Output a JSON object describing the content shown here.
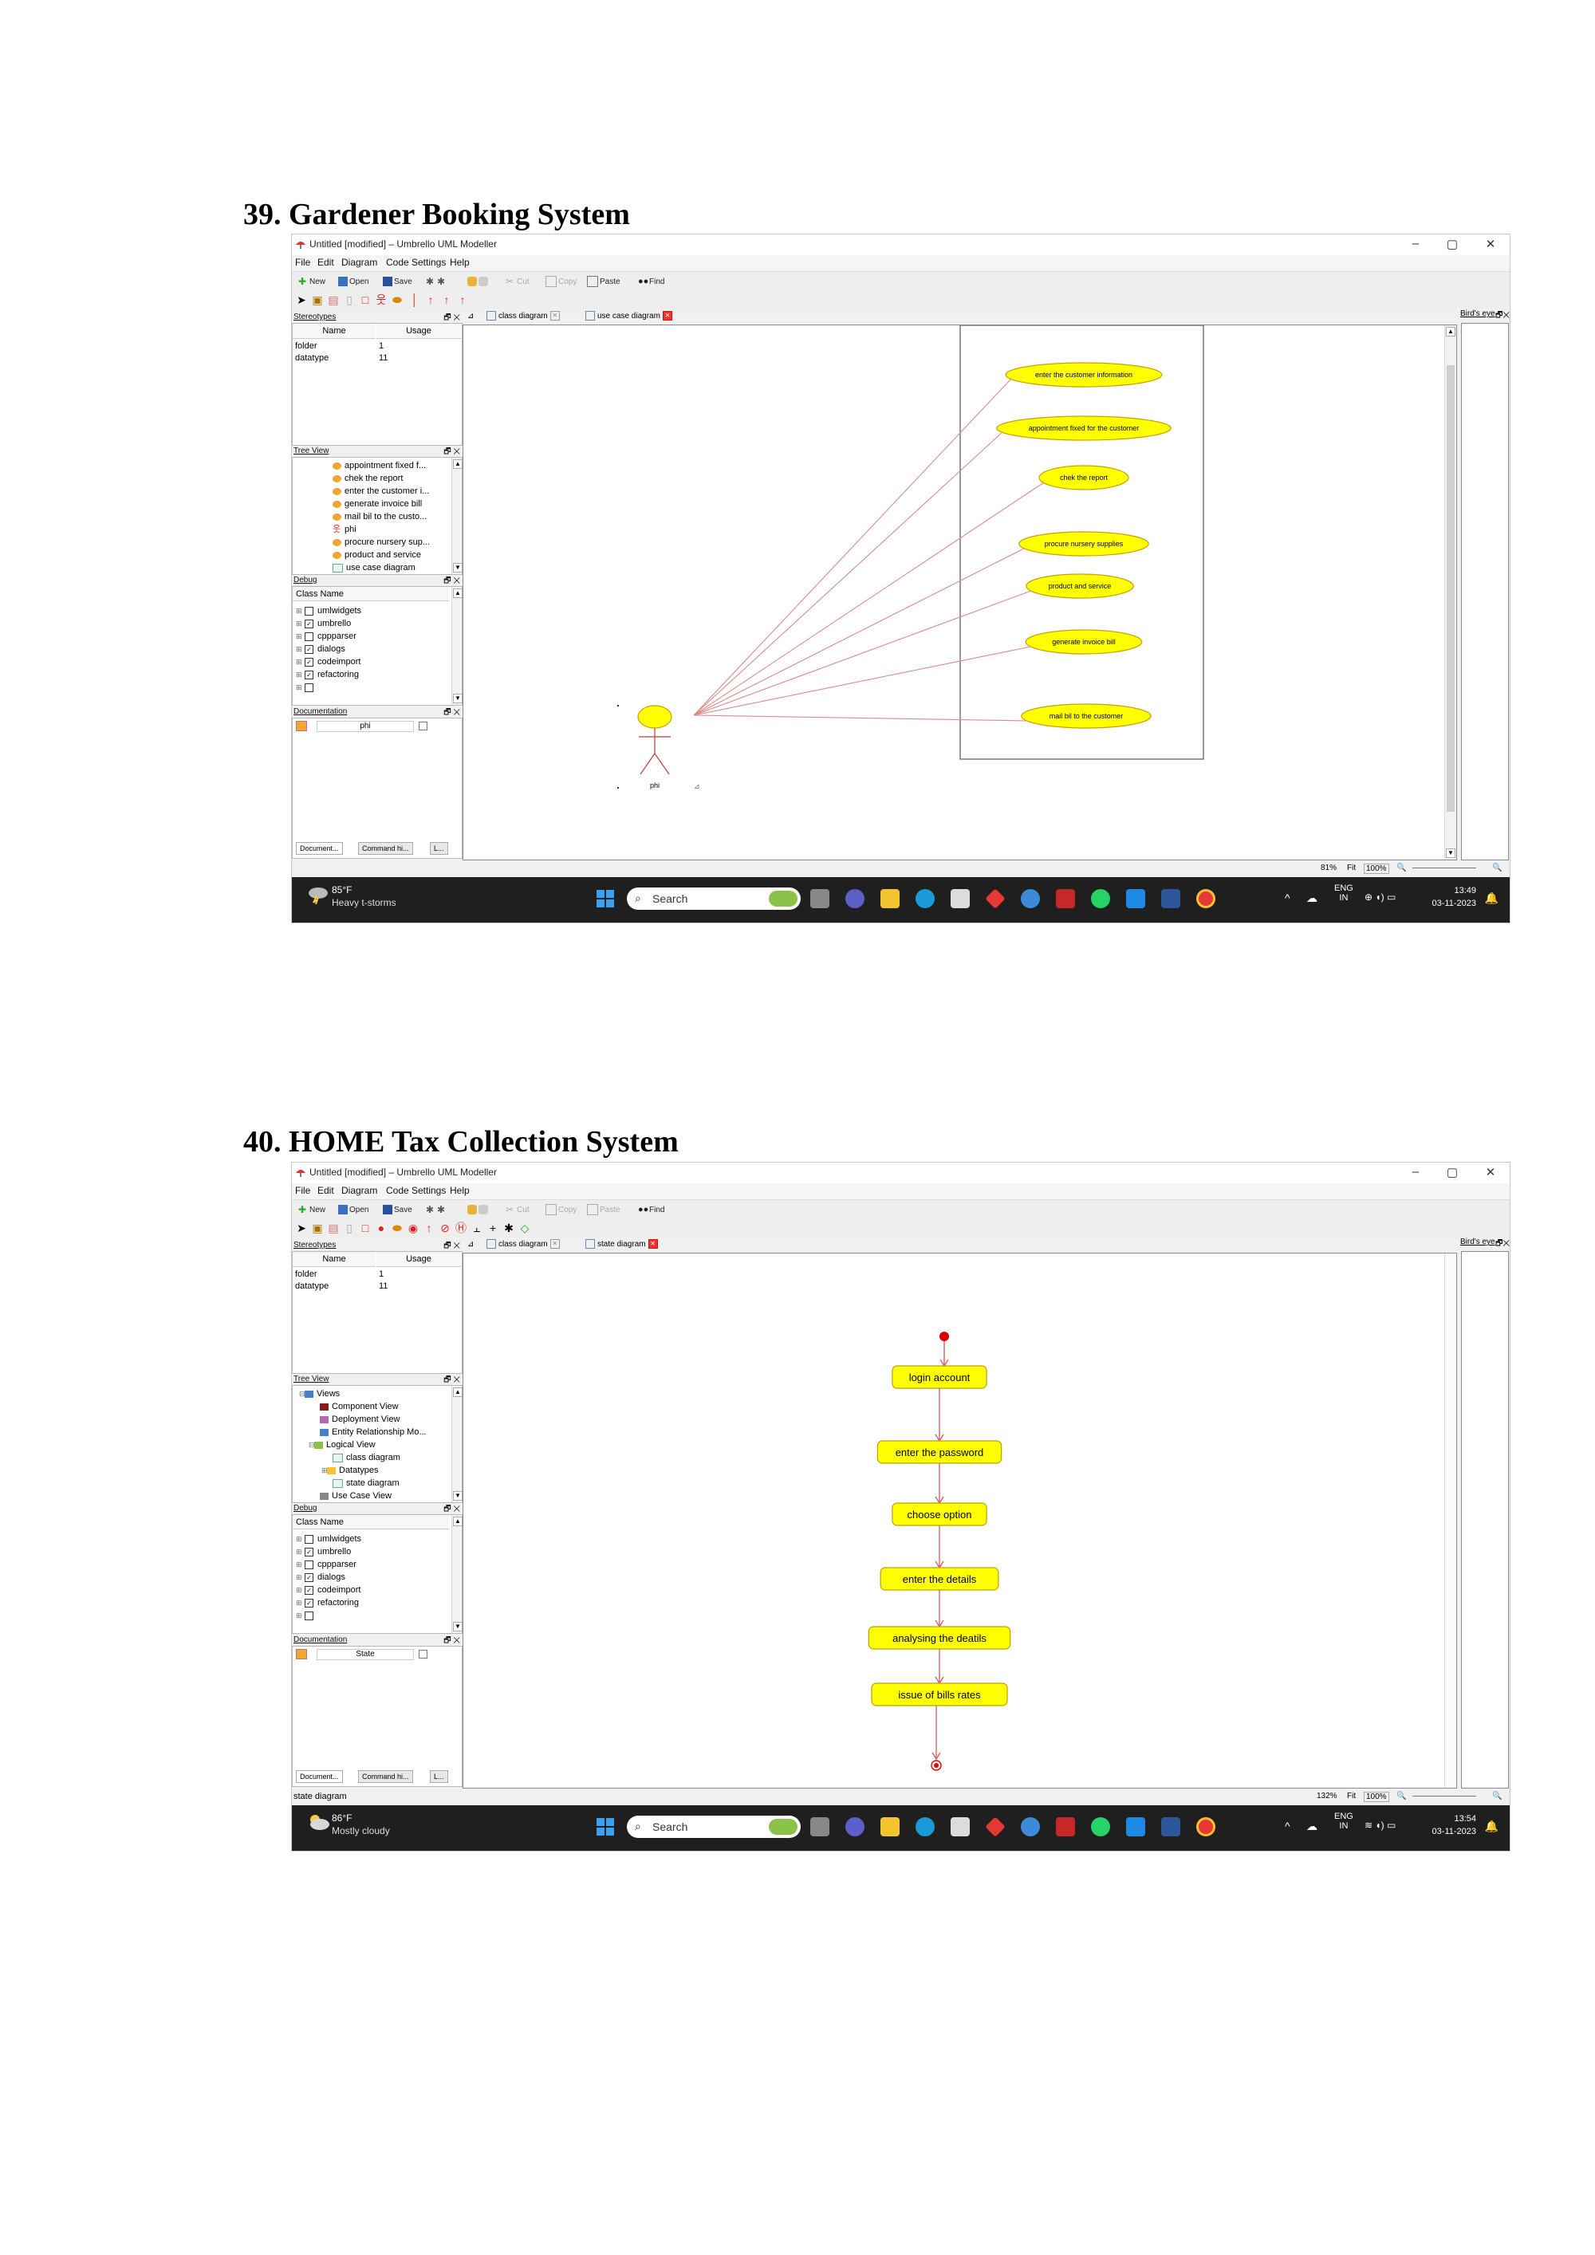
{
  "shots": [
    {
      "heading": "39. Gardener Booking System",
      "window_title": "Untitled [modified] – Umbrello UML Modeller",
      "menu": [
        "File",
        "Edit",
        "Diagram",
        "Code",
        "Settings",
        "Help"
      ],
      "toolbar": [
        "New",
        "Open",
        "Save",
        "Cut",
        "Copy",
        "Paste",
        "Find"
      ],
      "stereotypes": {
        "title": "Stereotypes",
        "col_name": "Name",
        "col_usage": "Usage",
        "rows": [
          {
            "name": "folder",
            "usage": "1"
          },
          {
            "name": "datatype",
            "usage": "11"
          }
        ]
      },
      "tree": {
        "title": "Tree View",
        "items": [
          "appointment fixed f...",
          "chek the report",
          "enter the customer i...",
          "generate invoice bill",
          "mail bil to the custo...",
          "phi",
          "procure nursery sup...",
          "product and service",
          "use case diagram"
        ]
      },
      "debug": {
        "title": "Debug",
        "header": "Class Name",
        "items": [
          {
            "name": "umlwidgets",
            "checked": false
          },
          {
            "name": "umbrello",
            "checked": true
          },
          {
            "name": "cppparser",
            "checked": false
          },
          {
            "name": "dialogs",
            "checked": true
          },
          {
            "name": "codeimport",
            "checked": true
          },
          {
            "name": "refactoring",
            "checked": true
          },
          {
            "name": "",
            "checked": false
          }
        ]
      },
      "documentation": {
        "title": "Documentation",
        "field": "phi"
      },
      "bottom_tabs": [
        "Document...",
        "Command hi...",
        "L..."
      ],
      "tabs": [
        "class diagram",
        "use case diagram"
      ],
      "birdseye": "Bird's eye",
      "status_text": "",
      "zoom": {
        "level": "81%",
        "fit": "Fit",
        "hundred": "100%"
      },
      "diagram": {
        "kind": "usecase",
        "actor": "phi",
        "use_cases": [
          "enter the customer information",
          "appointment fixed for the customer",
          "chek the report",
          "procure nursery supplies",
          "product and service",
          "generate invoice bill",
          "mail bil to the customer"
        ]
      },
      "taskbar": {
        "temp": "85°F",
        "weather": "Heavy t-storms",
        "search": "Search",
        "lang1": "ENG",
        "lang2": "IN",
        "time": "13:49",
        "date": "03-11-2023"
      }
    },
    {
      "heading": "40. HOME Tax Collection System",
      "window_title": "Untitled [modified] – Umbrello UML Modeller",
      "menu": [
        "File",
        "Edit",
        "Diagram",
        "Code",
        "Settings",
        "Help"
      ],
      "toolbar": [
        "New",
        "Open",
        "Save",
        "Cut",
        "Copy",
        "Paste",
        "Find"
      ],
      "stereotypes": {
        "title": "Stereotypes",
        "col_name": "Name",
        "col_usage": "Usage",
        "rows": [
          {
            "name": "folder",
            "usage": "1"
          },
          {
            "name": "datatype",
            "usage": "11"
          }
        ]
      },
      "tree": {
        "title": "Tree View",
        "items": [
          "Views",
          "Component View",
          "Deployment View",
          "Entity Relationship Mo...",
          "Logical View",
          "class diagram",
          "Datatypes",
          "state diagram",
          "Use Case View"
        ]
      },
      "debug": {
        "title": "Debug",
        "header": "Class Name",
        "items": [
          {
            "name": "umlwidgets",
            "checked": false
          },
          {
            "name": "umbrello",
            "checked": true
          },
          {
            "name": "cppparser",
            "checked": false
          },
          {
            "name": "dialogs",
            "checked": true
          },
          {
            "name": "codeimport",
            "checked": true
          },
          {
            "name": "refactoring",
            "checked": true
          },
          {
            "name": "",
            "checked": false
          }
        ]
      },
      "documentation": {
        "title": "Documentation",
        "field": "State"
      },
      "bottom_tabs": [
        "Document...",
        "Command hi...",
        "L..."
      ],
      "tabs": [
        "class diagram",
        "state diagram"
      ],
      "birdseye": "Bird's eye",
      "status_text": "state diagram",
      "zoom": {
        "level": "132%",
        "fit": "Fit",
        "hundred": "100%"
      },
      "diagram": {
        "kind": "state",
        "states": [
          "login account",
          "enter the password",
          "choose option",
          "enter the details",
          "analysing the deatils",
          "issue of bills rates"
        ]
      },
      "taskbar": {
        "temp": "86°F",
        "weather": "Mostly cloudy",
        "search": "Search",
        "lang1": "ENG",
        "lang2": "IN",
        "time": "13:54",
        "date": "03-11-2023"
      }
    }
  ]
}
